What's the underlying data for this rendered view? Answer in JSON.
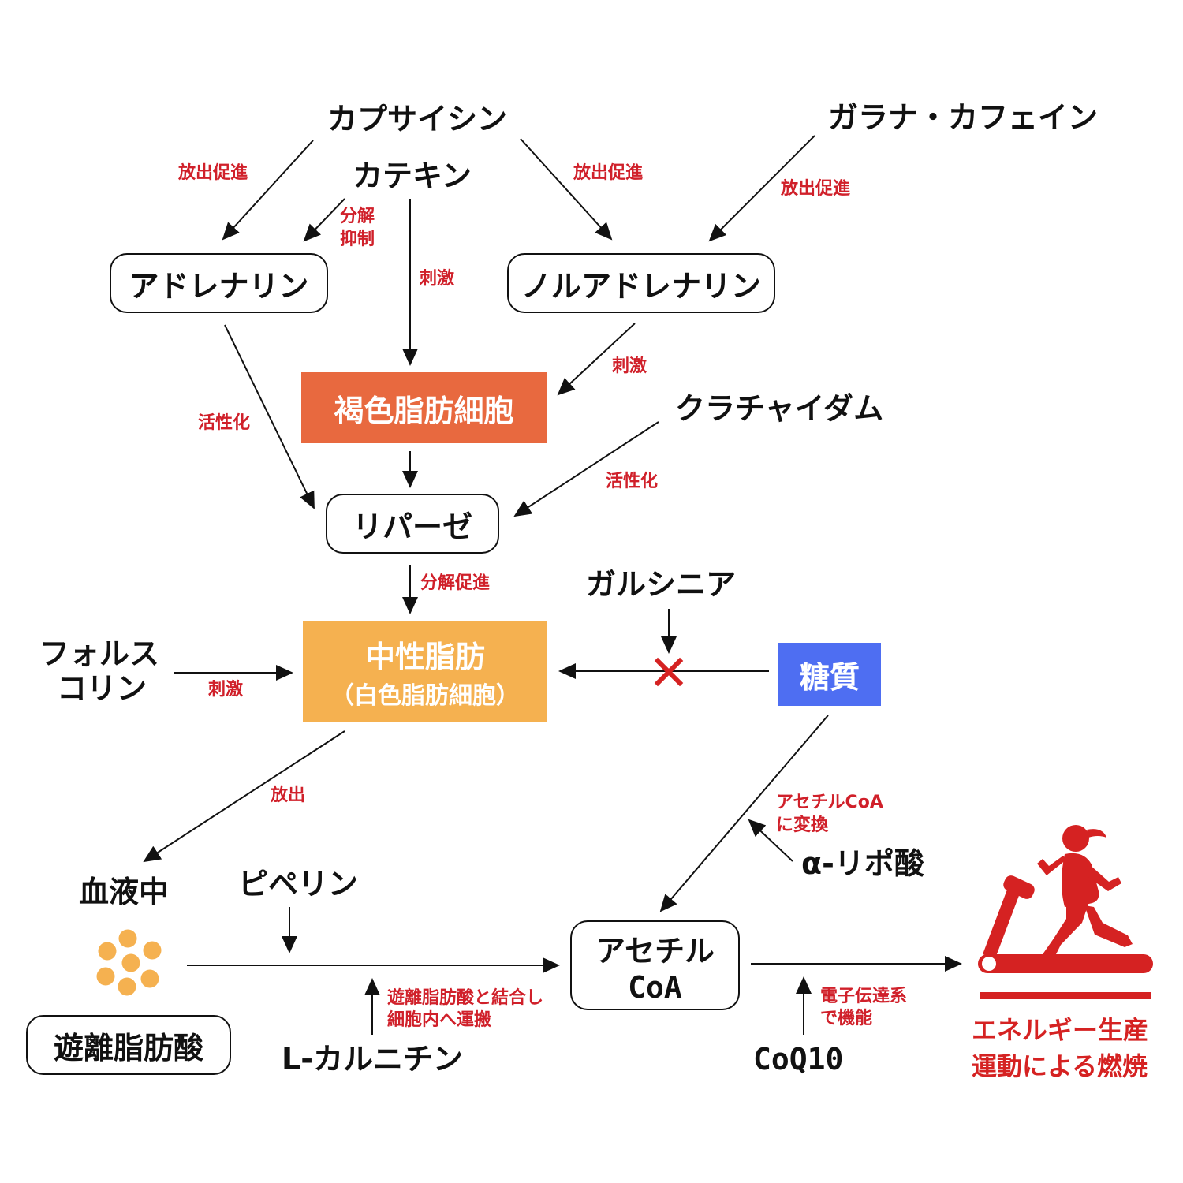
{
  "nodes": {
    "capsaicin": "カプサイシン",
    "guarana": "ガラナ・カフェイン",
    "catechin": "カテキン",
    "adrenaline": "アドレナリン",
    "noradrenaline": "ノルアドレナリン",
    "brown_fat": "褐色脂肪細胞",
    "cardamom": "クラチャイダム",
    "lipase": "リパーゼ",
    "garcinia": "ガルシニア",
    "neutral_fat": "中性脂肪",
    "neutral_fat_sub": "（白色脂肪細胞）",
    "forskolin_1": "フォルス",
    "forskolin_2": "コリン",
    "sugar": "糖質",
    "blood": "血液中",
    "piperine": "ピペリン",
    "free_fatty_acid": "遊離脂肪酸",
    "acetyl_coa_1": "アセチル",
    "acetyl_coa_2": "CoA",
    "lipoic_acid": "α-リポ酸",
    "carnitine": "L-カルニチン",
    "coq10": "CoQ10",
    "energy_1": "エネルギー生産",
    "energy_2": "運動による燃焼"
  },
  "labels": {
    "release_promote_1": "放出促進",
    "release_promote_2": "放出促進",
    "release_promote_3": "放出促進",
    "decomp_inhibit_1": "分解",
    "decomp_inhibit_2": "抑制",
    "stimulate_1": "刺激",
    "stimulate_2": "刺激",
    "stimulate_3": "刺激",
    "activate_1": "活性化",
    "activate_2": "活性化",
    "decomp_promote": "分解促進",
    "release": "放出",
    "acetyl_convert_1": "アセチルCoA",
    "acetyl_convert_2": "に変換",
    "carnitine_note_1": "遊離脂肪酸と結合し",
    "carnitine_note_2": "細胞内へ運搬",
    "etc_1": "電子伝達系",
    "etc_2": "で機能"
  },
  "colors": {
    "brown_fat": "#e8693f",
    "neutral_fat": "#f5b150",
    "sugar": "#4e6ef2",
    "red_label": "#d0202a",
    "runner": "#d52222",
    "dots": "#f5b150"
  },
  "icons": {
    "block": "red-x-icon",
    "fat_molecules": "fat-droplets-icon",
    "runner": "treadmill-runner-icon"
  }
}
